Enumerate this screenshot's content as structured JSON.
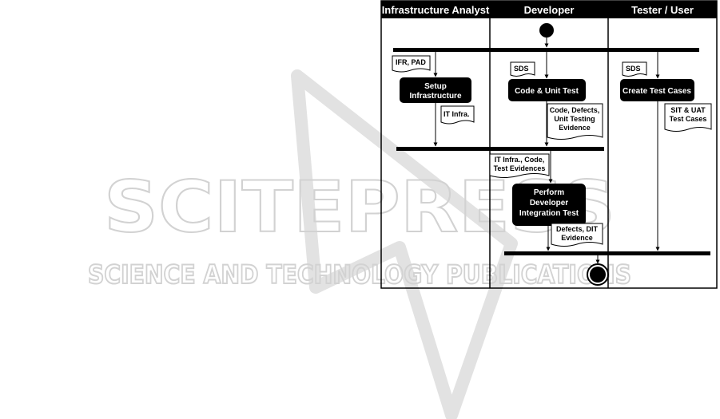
{
  "watermark": {
    "brand": "SCITEPRESS",
    "tagline": "SCIENCE AND TECHNOLOGY PUBLICATIONS"
  },
  "colors": {
    "ink": "#000000",
    "paper": "#ffffff",
    "watermark": "#d2d2d2"
  },
  "lanes": [
    {
      "name": "Infrastructure Analyst"
    },
    {
      "name": "Developer"
    },
    {
      "name": "Tester / User"
    }
  ],
  "activities": {
    "setup": [
      "Setup",
      "Infrastructure"
    ],
    "code": [
      "Code & Unit Test"
    ],
    "tests": [
      "Create Test Cases"
    ],
    "integration": [
      "Perform",
      "Developer",
      "Integration Test"
    ]
  },
  "artifacts": {
    "ifr": [
      "IFR, PAD"
    ],
    "sds_dev": [
      "SDS"
    ],
    "sds_test": [
      "SDS"
    ],
    "it_infra": [
      "IT Infra."
    ],
    "code_out": [
      "Code, Defects,",
      "Unit Testing",
      "Evidence"
    ],
    "sit_uat": [
      "SIT & UAT",
      "Test Cases"
    ],
    "infra_code": [
      "IT Infra., Code,",
      "Test Evidences"
    ],
    "defects": [
      "Defects, DIT",
      "Evidence"
    ]
  }
}
